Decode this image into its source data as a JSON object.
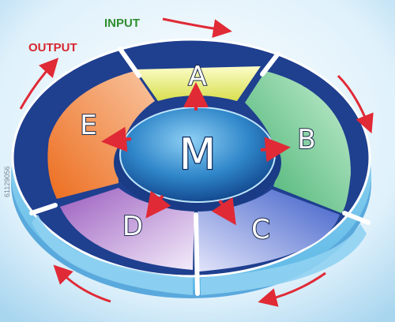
{
  "labels": {
    "input": "INPUT",
    "output": "OUTPUT",
    "center": "M",
    "segment_a": "A",
    "segment_b": "B",
    "segment_c": "C",
    "segment_d": "D",
    "segment_e": "E",
    "stock_id": "61129056"
  },
  "colors": {
    "background": "#d5ecf8",
    "ring": "#1f3f8f",
    "segment_a": "#e7ec7c",
    "segment_b": "#6fc88f",
    "segment_c": "#8a7ed6",
    "segment_d": "#a674c8",
    "segment_e": "#f0853a",
    "center": "#2f86c9",
    "arrow": "#e02a36",
    "input_text": "#2f8f2f",
    "output_text": "#d8262e"
  }
}
